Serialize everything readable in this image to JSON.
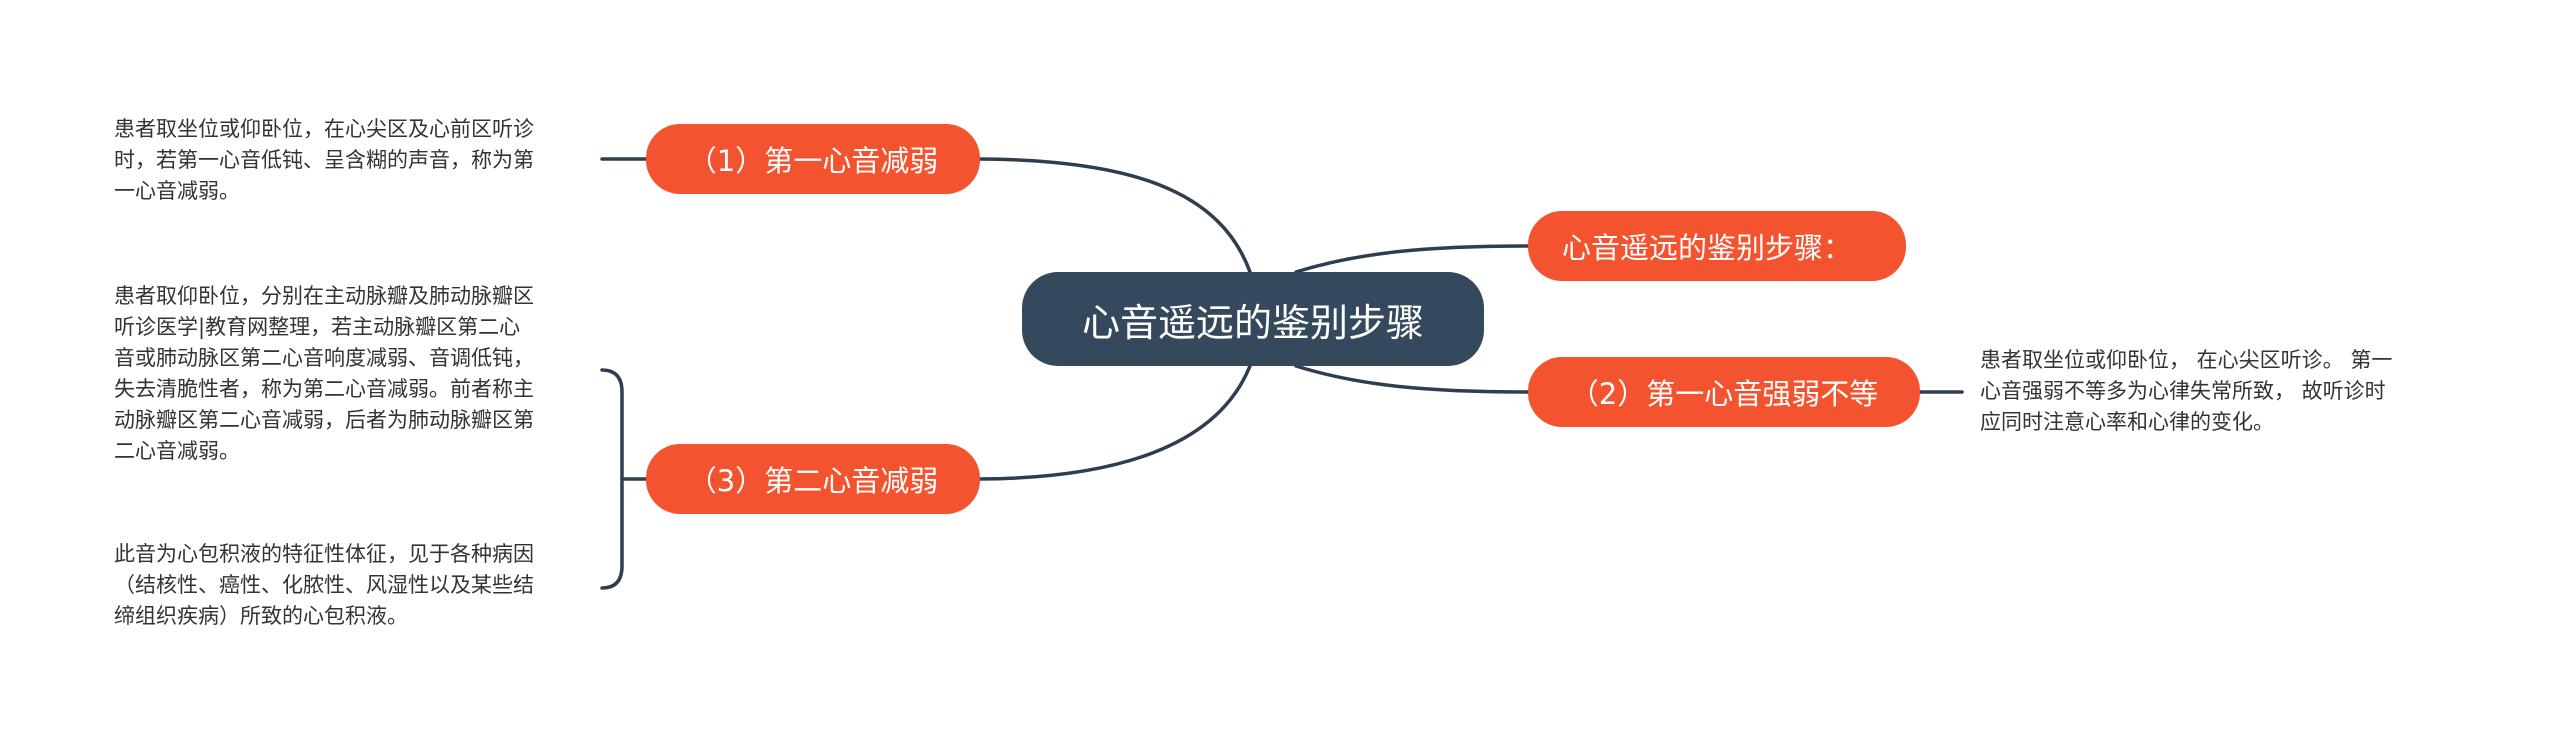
{
  "root": {
    "label": "心音遥远的鉴别步骤"
  },
  "topics": {
    "first_weak": "（1）第一心音减弱",
    "second_weak": "（3）第二心音减弱",
    "steps": "心音遥远的鉴别步骤：",
    "first_unequal": "（2）第一心音强弱不等"
  },
  "notes": {
    "first_weak": [
      "患者取坐位或仰卧位，在心尖区及心前区听诊",
      "时，若第一心音低钝、呈含糊的声音，称为第",
      "一心音减弱。"
    ],
    "second_weak_a": [
      "患者取仰卧位，分别在主动脉瓣及肺动脉瓣区",
      "听诊医学|教育网整理，若主动脉瓣区第二心",
      "音或肺动脉区第二心音响度减弱、音调低钝，",
      "失去清脆性者，称为第二心音减弱。前者称主",
      "动脉瓣区第二心音减弱，后者为肺动脉瓣区第",
      "二心音减弱。"
    ],
    "second_weak_b": [
      "此音为心包积液的特征性体征，见于各种病因",
      "（结核性、癌性、化脓性、风湿性以及某些结",
      "缔组织疾病）所致的心包积液。"
    ],
    "first_unequal": [
      "患者取坐位或仰卧位，  在心尖区听诊。 第一",
      "心音强弱不等多为心律失常所致，  故听诊时",
      "应同时注意心率和心律的变化。"
    ]
  },
  "colors": {
    "root_fill": "#34495c",
    "topic_fill": "#f4532f",
    "edge": "#2f3e4e",
    "note_text": "#333333"
  }
}
